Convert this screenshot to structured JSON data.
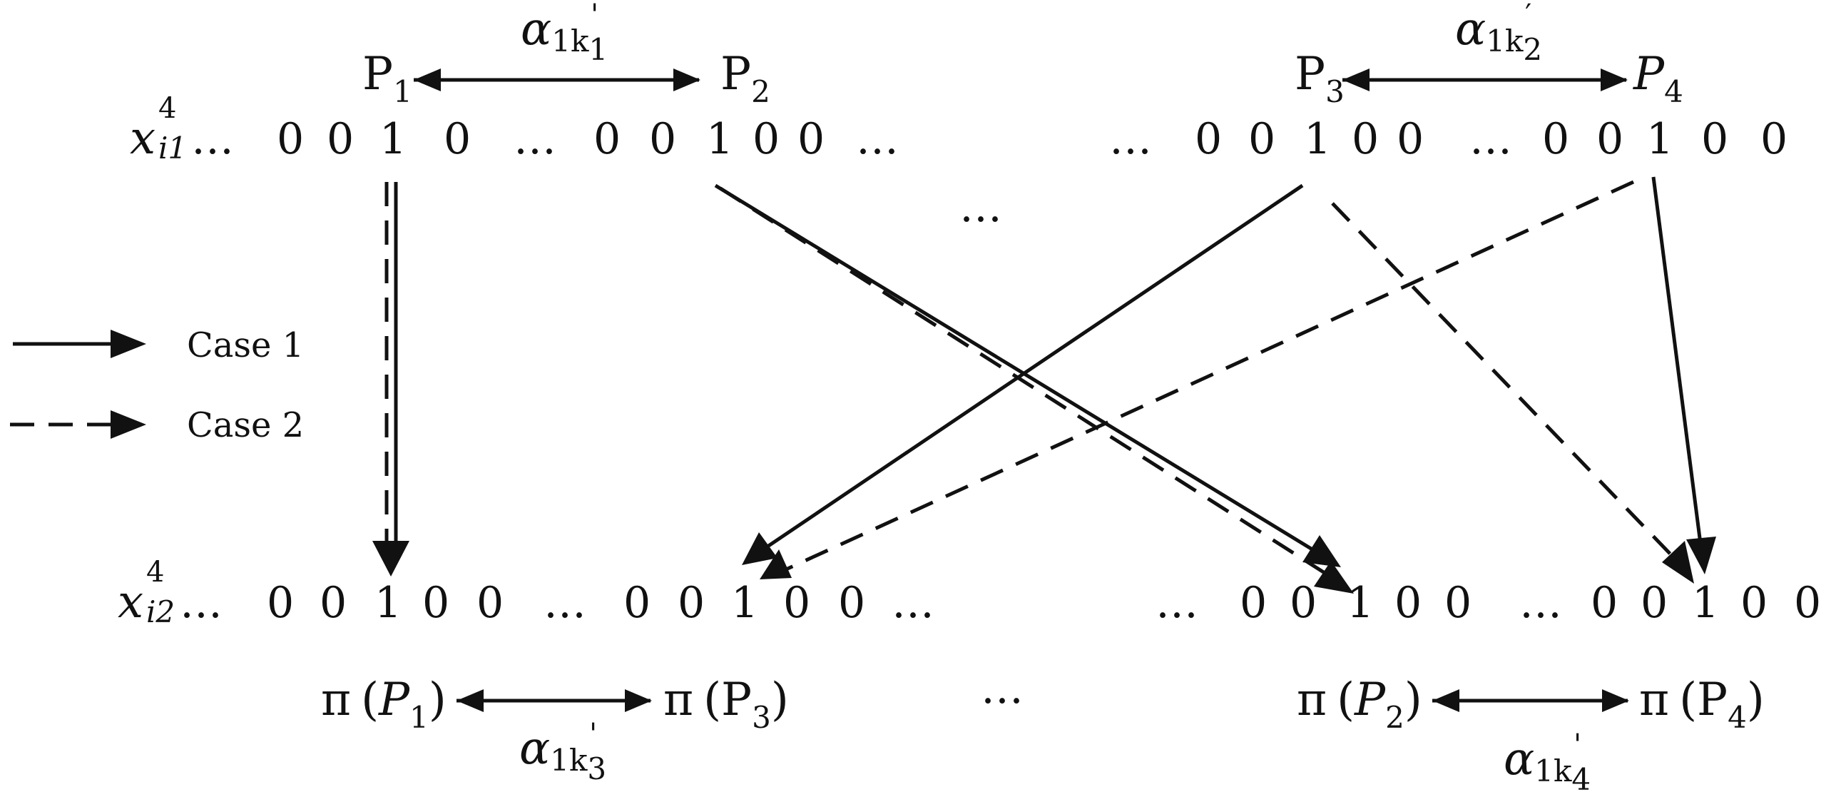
{
  "row_top": {
    "label_var": "x",
    "label_sub": "i1",
    "label_sup": "4",
    "lead_ellipsis": "…",
    "digits": [
      "0",
      "0",
      "1",
      "0",
      "…",
      "0",
      "0",
      "1",
      "0",
      "0",
      "…",
      "…",
      "0",
      "0",
      "1",
      "0",
      "0",
      "…",
      "0",
      "0",
      "1",
      "0",
      "0"
    ]
  },
  "row_bottom": {
    "label_var": "x",
    "label_sub": "i2",
    "label_sup": "4",
    "lead_ellipsis": "…",
    "digits": [
      "0",
      "0",
      "1",
      "0",
      "0",
      "…",
      "0",
      "0",
      "1",
      "0",
      "0",
      "…",
      "…",
      "0",
      "0",
      "1",
      "0",
      "0",
      "…",
      "0",
      "0",
      "1",
      "0",
      "0"
    ]
  },
  "top_labels": {
    "p1": "P",
    "p1_sub": "1",
    "p2": "P",
    "p2_sub": "2",
    "p3": "P",
    "p3_sub": "3",
    "p4": "P",
    "p4_sub": "4",
    "alpha_left": "α",
    "alpha_left_sub": "1k",
    "alpha_left_sub2": "1",
    "alpha_left_prime": "'",
    "alpha_right": "α",
    "alpha_right_sub": "1k",
    "alpha_right_sub2": "2",
    "alpha_right_prime": "′"
  },
  "bottom_labels": {
    "pi": "π",
    "q1": "P",
    "q1_sub": "1",
    "q2": "P",
    "q2_sub": "3",
    "q3": "P",
    "q3_sub": "2",
    "q4": "P",
    "q4_sub": "4",
    "alpha_left": "α",
    "alpha_left_sub": "1k",
    "alpha_left_sub2": "3",
    "alpha_left_prime": "'",
    "alpha_right": "α",
    "alpha_right_sub": "1k",
    "alpha_right_sub2": "4",
    "alpha_right_prime": "'"
  },
  "middle_ellipsis": "…",
  "bottom_middle_ellipsis": "…",
  "legend": {
    "case1": "Case 1",
    "case2": "Case 2"
  }
}
